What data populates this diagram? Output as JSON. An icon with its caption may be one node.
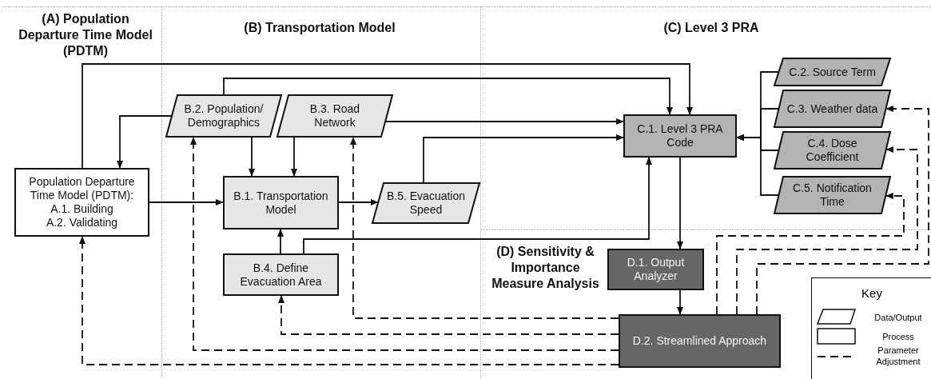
{
  "diagram": {
    "nodes": [
      {
        "text": [
          "Population Departure Time Model (PDTM):",
          "A.1. Building",
          "A.2. Validating"
        ]
      },
      {
        "text": [
          "B.2. Population/ Demographics"
        ]
      },
      {
        "text": [
          "B.3. Road Network"
        ]
      },
      {
        "text": [
          "B.1. Transportation Model"
        ]
      },
      {
        "text": [
          "B.5. Evacuation Speed"
        ]
      },
      {
        "text": [
          "B.4. Define Evacuation Area"
        ]
      },
      {
        "text": [
          "C.1. Level 3 PRA Code"
        ]
      },
      {
        "text": [
          "C.2. Source Term"
        ]
      },
      {
        "text": [
          "C.3. Weather data"
        ]
      },
      {
        "text": [
          "C.4. Dose Coefficient"
        ]
      },
      {
        "text": [
          "C.5. Notification Time"
        ]
      },
      {
        "text": [
          "D.1. Output Analyzer"
        ]
      },
      {
        "text": [
          "D.2. Streamlined Approach"
        ]
      }
    ],
    "edges": [
      {
        "from": 0,
        "to": 6,
        "arrow": "to"
      },
      {
        "from": 1,
        "to": 6,
        "arrow": "to"
      },
      {
        "from": 1,
        "to": 0,
        "arrow": "to"
      },
      {
        "from": 1,
        "to": 3,
        "arrow": "to"
      },
      {
        "from": 2,
        "to": 3,
        "arrow": "to"
      },
      {
        "from": 2,
        "to": 6,
        "arrow": "to"
      },
      {
        "from": 0,
        "to": 3,
        "arrow": "to"
      },
      {
        "from": 3,
        "to": 4,
        "arrow": "to"
      },
      {
        "from": 4,
        "to": 6,
        "arrow": "to"
      },
      {
        "from": 5,
        "to": 3,
        "arrow": "to"
      },
      {
        "from": 5,
        "to": 6,
        "arrow": "to"
      },
      {
        "from": 7,
        "to": 6,
        "arrow": "to"
      },
      {
        "from": 8,
        "to": 6,
        "arrow": "to"
      },
      {
        "from": 9,
        "to": 6,
        "arrow": "to"
      },
      {
        "from": 10,
        "to": 6,
        "arrow": "to"
      },
      {
        "from": 6,
        "to": 11,
        "arrow": "to"
      },
      {
        "from": 11,
        "to": 12,
        "arrow": "to"
      },
      {
        "from": 12,
        "to": 10,
        "arrow": "to",
        "style": "dashed"
      },
      {
        "from": 12,
        "to": 9,
        "arrow": "to",
        "style": "dashed"
      },
      {
        "from": 12,
        "to": 8,
        "arrow": "to",
        "style": "dashed"
      },
      {
        "from": 12,
        "to": 2,
        "arrow": "to",
        "style": "dashed"
      },
      {
        "from": 12,
        "to": 5,
        "arrow": "to",
        "style": "dashed"
      },
      {
        "from": 12,
        "to": 1,
        "arrow": "to",
        "style": "dashed"
      },
      {
        "from": 12,
        "to": 0,
        "arrow": "to",
        "style": "dashed"
      }
    ],
    "labels": [
      "(A) Population Departure Time Model (PDTM)",
      "(B) Transportation Model",
      "(C) Level 3 PRA",
      "(D) Sensitivity & Importance Measure Analysis",
      "Key"
    ],
    "legend": [
      {
        "text": "Data/Output"
      },
      {
        "text": "Process"
      },
      {
        "text": "Parameter Adjustment"
      }
    ]
  }
}
